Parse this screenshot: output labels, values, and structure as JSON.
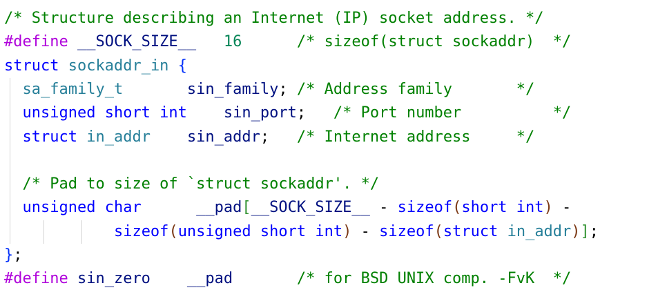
{
  "editor": {
    "language": "c",
    "colors": {
      "background": "#ffffff",
      "comment": "#008000",
      "preprocessor": "#af00db",
      "keyword": "#0000ff",
      "type": "#267f99",
      "identifier": "#001080",
      "number": "#098658",
      "bracket": "#0431fa",
      "indent_guide": "#d3d3d3"
    },
    "lines": [
      [
        {
          "t": "/* Structure describing an Internet (IP) socket address. */",
          "k": "comment"
        }
      ],
      [
        {
          "t": "#define",
          "k": "pre"
        },
        {
          "t": " __SOCK_SIZE__",
          "k": "ident"
        },
        {
          "t": "   ",
          "k": "plain"
        },
        {
          "t": "16",
          "k": "number"
        },
        {
          "t": "      ",
          "k": "plain"
        },
        {
          "t": "/* sizeof(struct sockaddr)  */",
          "k": "comment"
        }
      ],
      [
        {
          "t": "struct",
          "k": "keyword"
        },
        {
          "t": " ",
          "k": "plain"
        },
        {
          "t": "sockaddr_in",
          "k": "type"
        },
        {
          "t": " ",
          "k": "plain"
        },
        {
          "t": "{",
          "k": "bracket1"
        }
      ],
      [
        {
          "t": "  ",
          "k": "plain"
        },
        {
          "t": "sa_family_t",
          "k": "type"
        },
        {
          "t": "       ",
          "k": "plain"
        },
        {
          "t": "sin_family",
          "k": "ident"
        },
        {
          "t": "; ",
          "k": "plain"
        },
        {
          "t": "/* Address family       */",
          "k": "comment"
        }
      ],
      [
        {
          "t": "  ",
          "k": "plain"
        },
        {
          "t": "unsigned short int",
          "k": "keyword"
        },
        {
          "t": "    ",
          "k": "plain"
        },
        {
          "t": "sin_port",
          "k": "ident"
        },
        {
          "t": ";   ",
          "k": "plain"
        },
        {
          "t": "/* Port number          */",
          "k": "comment"
        }
      ],
      [
        {
          "t": "  ",
          "k": "plain"
        },
        {
          "t": "struct",
          "k": "keyword"
        },
        {
          "t": " ",
          "k": "plain"
        },
        {
          "t": "in_addr",
          "k": "type"
        },
        {
          "t": "    ",
          "k": "plain"
        },
        {
          "t": "sin_addr",
          "k": "ident"
        },
        {
          "t": ";   ",
          "k": "plain"
        },
        {
          "t": "/* Internet address     */",
          "k": "comment"
        }
      ],
      [
        {
          "t": "",
          "k": "plain"
        }
      ],
      [
        {
          "t": "  ",
          "k": "plain"
        },
        {
          "t": "/* Pad to size of `struct sockaddr'. */",
          "k": "comment"
        }
      ],
      [
        {
          "t": "  ",
          "k": "plain"
        },
        {
          "t": "unsigned char",
          "k": "keyword"
        },
        {
          "t": "      ",
          "k": "plain"
        },
        {
          "t": "__pad",
          "k": "ident"
        },
        {
          "t": "[",
          "k": "bracket2"
        },
        {
          "t": "__SOCK_SIZE__",
          "k": "ident"
        },
        {
          "t": " - ",
          "k": "plain"
        },
        {
          "t": "sizeof",
          "k": "keyword"
        },
        {
          "t": "(",
          "k": "bracket3"
        },
        {
          "t": "short int",
          "k": "keyword"
        },
        {
          "t": ")",
          "k": "bracket3"
        },
        {
          "t": " -",
          "k": "plain"
        }
      ],
      [
        {
          "t": "            ",
          "k": "plain"
        },
        {
          "t": "sizeof",
          "k": "keyword"
        },
        {
          "t": "(",
          "k": "bracket3"
        },
        {
          "t": "unsigned short int",
          "k": "keyword"
        },
        {
          "t": ")",
          "k": "bracket3"
        },
        {
          "t": " - ",
          "k": "plain"
        },
        {
          "t": "sizeof",
          "k": "keyword"
        },
        {
          "t": "(",
          "k": "bracket3"
        },
        {
          "t": "struct",
          "k": "keyword"
        },
        {
          "t": " ",
          "k": "plain"
        },
        {
          "t": "in_addr",
          "k": "type"
        },
        {
          "t": ")",
          "k": "bracket3"
        },
        {
          "t": "]",
          "k": "bracket2"
        },
        {
          "t": ";",
          "k": "plain"
        }
      ],
      [
        {
          "t": "}",
          "k": "bracket1"
        },
        {
          "t": ";",
          "k": "plain"
        }
      ],
      [
        {
          "t": "#define",
          "k": "pre"
        },
        {
          "t": " ",
          "k": "plain"
        },
        {
          "t": "sin_zero",
          "k": "ident"
        },
        {
          "t": "    ",
          "k": "plain"
        },
        {
          "t": "__pad",
          "k": "ident"
        },
        {
          "t": "       ",
          "k": "plain"
        },
        {
          "t": "/* for BSD UNIX comp. -FvK  */",
          "k": "comment"
        }
      ]
    ]
  }
}
